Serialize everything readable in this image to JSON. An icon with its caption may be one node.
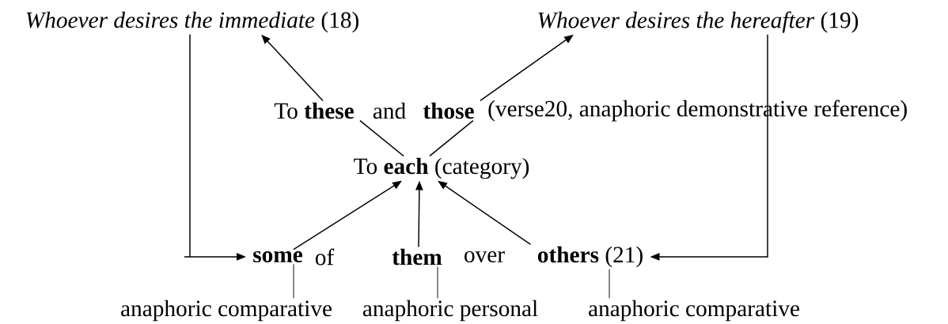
{
  "diagram": {
    "nodes": [
      {
        "text": [
          "*Whoever desires the immediate* (18)"
        ]
      },
      {
        "text": [
          "*Whoever desires the hereafter* (19)"
        ]
      },
      {
        "text": [
          "To **these**"
        ]
      },
      {
        "text": [
          "those"
        ],
        "beside": [
          "(verse20, anaphoric demonstrative reference)"
        ]
      },
      {
        "text": [
          "To **each** (category)"
        ]
      },
      {
        "text": [
          "some"
        ]
      },
      {
        "text": [
          "them"
        ]
      },
      {
        "text": [
          "**others** (21)"
        ]
      },
      {
        "text": [
          "anaphoric comparative"
        ]
      },
      {
        "text": [
          "anaphoric personal"
        ]
      },
      {
        "text": [
          "anaphoric comparative"
        ]
      }
    ],
    "edges": [
      {
        "from": 2,
        "to": 0,
        "arrow": "to"
      },
      {
        "from": 3,
        "to": 1,
        "arrow": "to"
      },
      {
        "from": 2,
        "to": 4,
        "arrow": "none"
      },
      {
        "from": 3,
        "to": 4,
        "arrow": "none"
      },
      {
        "from": 5,
        "to": 4,
        "arrow": "to"
      },
      {
        "from": 6,
        "to": 4,
        "arrow": "to"
      },
      {
        "from": 7,
        "to": 4,
        "arrow": "to"
      },
      {
        "from": 0,
        "to": 5,
        "arrow": "to"
      },
      {
        "from": 1,
        "to": 7,
        "arrow": "to"
      },
      {
        "from": 8,
        "to": 5,
        "arrow": "none"
      },
      {
        "from": 9,
        "to": 6,
        "arrow": "none"
      },
      {
        "from": 10,
        "to": 7,
        "arrow": "none"
      }
    ],
    "labels": [
      "and",
      "of",
      "over"
    ]
  }
}
